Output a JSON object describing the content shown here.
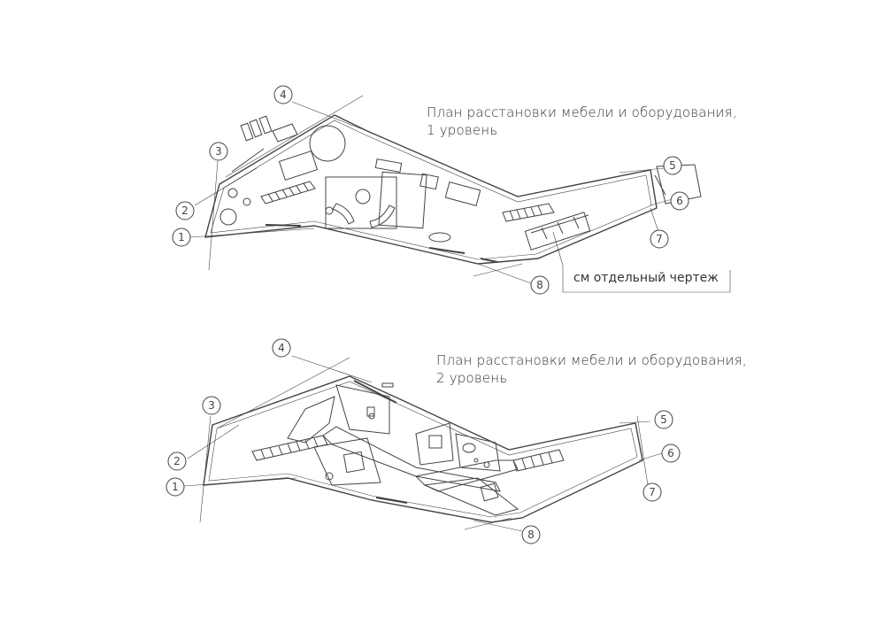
{
  "plans": [
    {
      "title_line1": "План расстановки мебели и оборудования,",
      "title_line2": "1 уровень",
      "axes": [
        "1",
        "2",
        "3",
        "4",
        "5",
        "6",
        "7",
        "8"
      ]
    },
    {
      "title_line1": "План расстановки мебели и оборудования,",
      "title_line2": "2 уровень",
      "axes": [
        "1",
        "2",
        "3",
        "4",
        "5",
        "6",
        "7",
        "8"
      ]
    }
  ],
  "callout": "см отдельный чертеж"
}
